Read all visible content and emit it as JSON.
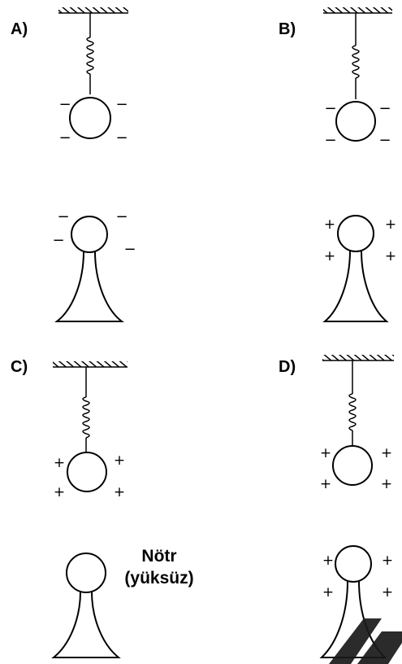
{
  "panels": [
    {
      "label": "A)",
      "hanging_sphere": {
        "charge_signs": [
          "−",
          "−",
          "−",
          "−"
        ]
      },
      "stand_sphere": {
        "charge_signs": [
          "−",
          "−",
          "−",
          "−"
        ]
      }
    },
    {
      "label": "B)",
      "hanging_sphere": {
        "charge_signs": [
          "−",
          "−",
          "−",
          "−"
        ]
      },
      "stand_sphere": {
        "charge_signs": [
          "+",
          "+",
          "+",
          "+"
        ]
      }
    },
    {
      "label": "C)",
      "hanging_sphere": {
        "charge_signs": [
          "+",
          "+",
          "+",
          "+"
        ]
      },
      "stand_sphere": {
        "charge_signs": [],
        "note_line1": "Nötr",
        "note_line2": "(yüksüz)"
      }
    },
    {
      "label": "D)",
      "hanging_sphere": {
        "charge_signs": [
          "+",
          "+",
          "+",
          "+"
        ]
      },
      "stand_sphere": {
        "charge_signs": [
          "+",
          "+",
          "+",
          "+"
        ]
      }
    }
  ],
  "colors": {
    "ink": "#000000",
    "paper": "#ffffff",
    "watermark": "#1a1a1a"
  }
}
